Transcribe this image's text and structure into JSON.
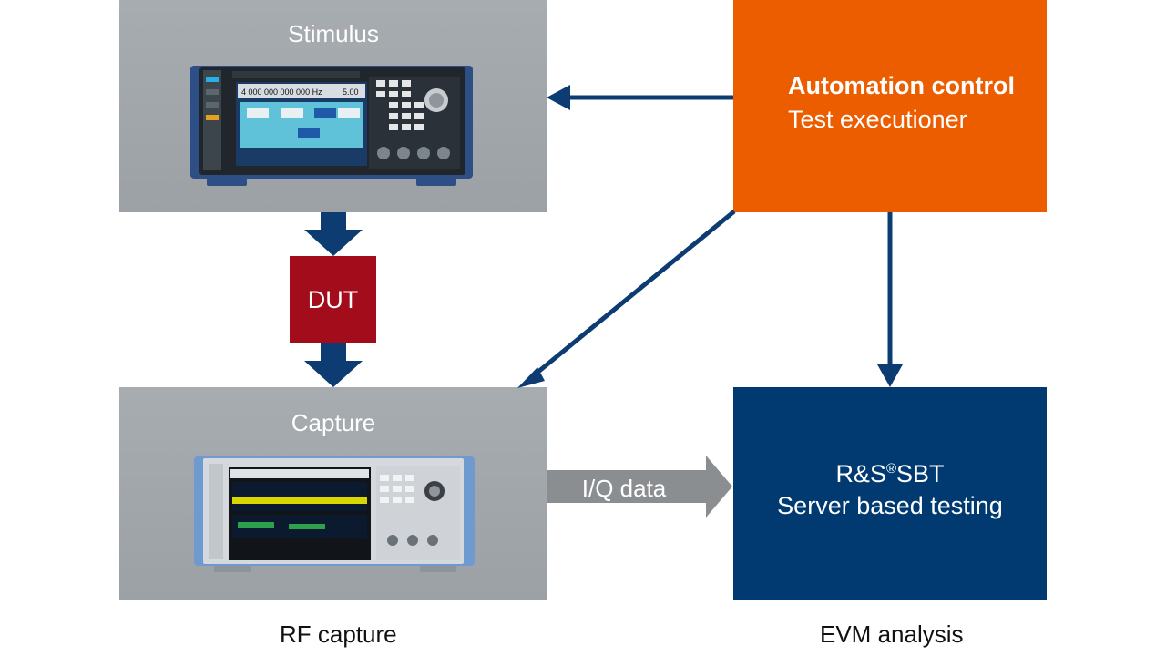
{
  "stimulus": {
    "title": "Stimulus"
  },
  "capture": {
    "title": "Capture",
    "caption": "RF capture"
  },
  "dut": {
    "label": "DUT"
  },
  "automation": {
    "title": "Automation control",
    "subtitle": "Test executioner"
  },
  "sbt": {
    "brand": "R&S",
    "registered": "®",
    "product": "SBT",
    "subtitle": "Server based testing",
    "caption": "EVM analysis"
  },
  "iq_link": {
    "label": "I/Q data"
  },
  "colors": {
    "automation": "#ec5d00",
    "sbt": "#003a70",
    "dut": "#a30c1b",
    "arrow": "#0d3c73",
    "iq_arrow": "#8a8e91",
    "panel": "#a1a6aa"
  },
  "devices": {
    "generator_display": "4 000 000 000 000 Hz",
    "generator_level": "5.00"
  }
}
